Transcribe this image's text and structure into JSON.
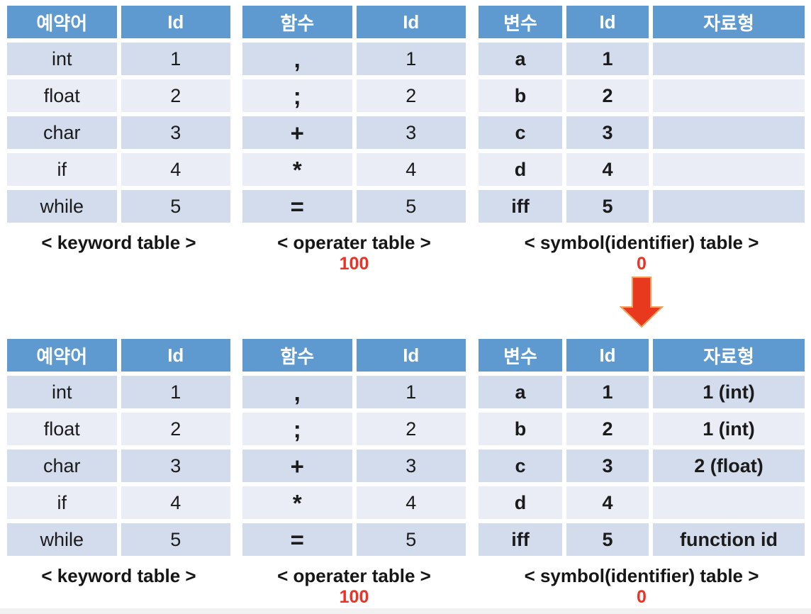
{
  "colors": {
    "header_bg": "#5E9ACF",
    "row_odd": "#D3DCEC",
    "row_even": "#EAEDF5",
    "annotation_red": "#EE3124",
    "arrow_fill": "#E8391F",
    "arrow_outline": "#EFA05C"
  },
  "top": {
    "keyword_table": {
      "headers": [
        "예약어",
        "Id"
      ],
      "rows": [
        [
          "int",
          "1"
        ],
        [
          "float",
          "2"
        ],
        [
          "char",
          "3"
        ],
        [
          "if",
          "4"
        ],
        [
          "while",
          "5"
        ]
      ],
      "caption": "< keyword table >"
    },
    "operator_table": {
      "headers": [
        "함수",
        "Id"
      ],
      "rows": [
        [
          ",",
          "1"
        ],
        [
          ";",
          "2"
        ],
        [
          "+",
          "3"
        ],
        [
          "*",
          "4"
        ],
        [
          "=",
          "5"
        ]
      ],
      "caption": "< operater table >",
      "annotation": "100"
    },
    "symbol_table": {
      "headers": [
        "변수",
        "Id",
        "자료형"
      ],
      "rows": [
        [
          "a",
          "1",
          ""
        ],
        [
          "b",
          "2",
          ""
        ],
        [
          "c",
          "3",
          ""
        ],
        [
          "d",
          "4",
          ""
        ],
        [
          "iff",
          "5",
          ""
        ]
      ],
      "caption": "< symbol(identifier) table >",
      "annotation": "0"
    }
  },
  "arrow": {
    "meaning": "transition from empty symbol table to filled symbol table"
  },
  "bottom": {
    "keyword_table": {
      "headers": [
        "예약어",
        "Id"
      ],
      "rows": [
        [
          "int",
          "1"
        ],
        [
          "float",
          "2"
        ],
        [
          "char",
          "3"
        ],
        [
          "if",
          "4"
        ],
        [
          "while",
          "5"
        ]
      ],
      "caption": "< keyword table >"
    },
    "operator_table": {
      "headers": [
        "함수",
        "Id"
      ],
      "rows": [
        [
          ",",
          "1"
        ],
        [
          ";",
          "2"
        ],
        [
          "+",
          "3"
        ],
        [
          "*",
          "4"
        ],
        [
          "=",
          "5"
        ]
      ],
      "caption": "< operater table >",
      "annotation": "100"
    },
    "symbol_table": {
      "headers": [
        "변수",
        "Id",
        "자료형"
      ],
      "rows": [
        [
          "a",
          "1",
          "1 (int)"
        ],
        [
          "b",
          "2",
          "1 (int)"
        ],
        [
          "c",
          "3",
          "2 (float)"
        ],
        [
          "d",
          "4",
          ""
        ],
        [
          "iff",
          "5",
          "function id"
        ]
      ],
      "caption": "< symbol(identifier) table >",
      "annotation": "0"
    }
  }
}
